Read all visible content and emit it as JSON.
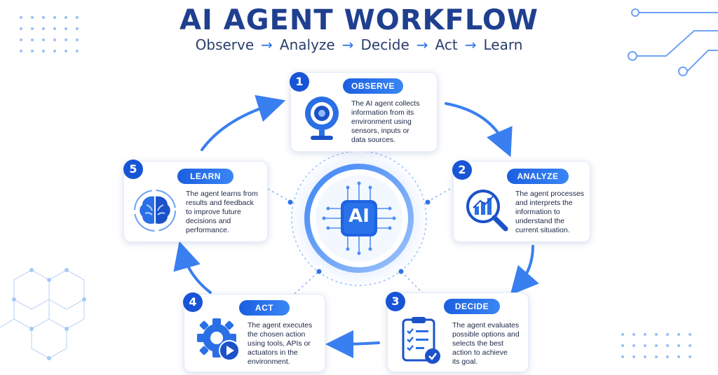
{
  "header": {
    "title": "AI AGENT WORKFLOW",
    "flow": [
      "Observe",
      "Analyze",
      "Decide",
      "Act",
      "Learn"
    ],
    "separator": "→"
  },
  "center": {
    "label": "AI"
  },
  "steps": [
    {
      "number": "1",
      "label": "OBSERVE",
      "icon": "webcam-icon",
      "text": [
        "The AI agent collects",
        "information from its",
        "environment using",
        "sensors, inputs or",
        "data sources."
      ]
    },
    {
      "number": "2",
      "label": "ANALYZE",
      "icon": "magnifier-chart-icon",
      "text": [
        "The agent processes",
        "and interprets the",
        "information to",
        "understand the",
        "current situation."
      ]
    },
    {
      "number": "3",
      "label": "DECIDE",
      "icon": "clipboard-checklist-icon",
      "text": [
        "The agent evaluates",
        "possible options and",
        "selects the best",
        "action to achieve",
        "its goal."
      ]
    },
    {
      "number": "4",
      "label": "ACT",
      "icon": "gear-play-icon",
      "text": [
        "The agent executes",
        "the chosen action",
        "using tools, APIs or",
        "actuators in the",
        "environment."
      ]
    },
    {
      "number": "5",
      "label": "LEARN",
      "icon": "brain-icon",
      "text": [
        "The agent learns from",
        "results and feedback",
        "to improve future",
        "decisions and",
        "performance."
      ]
    }
  ],
  "colors": {
    "primary": "#1854d6",
    "accent": "#2f74e6",
    "title": "#1f3f8f",
    "light": "#cfe0fb"
  }
}
